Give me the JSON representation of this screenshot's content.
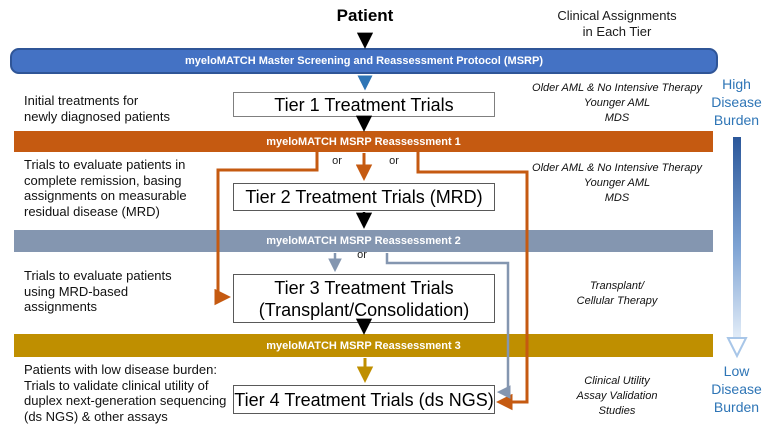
{
  "header": {
    "patient_label": "Patient",
    "clinical_assignments_title": "Clinical Assignments\nin Each Tier"
  },
  "banners": {
    "msrp": "myeloMATCH Master Screening and Reassessment Protocol (MSRP)",
    "reassessment1": "myeloMATCH MSRP Reassessment 1",
    "reassessment2": "myeloMATCH MSRP Reassessment 2",
    "reassessment3": "myeloMATCH MSRP Reassessment 3"
  },
  "tiers": {
    "tier1": {
      "box": "Tier 1 Treatment Trials",
      "left": "Initial treatments for\nnewly diagnosed patients",
      "right": "Older AML & No Intensive Therapy\nYounger AML\nMDS"
    },
    "tier2": {
      "box": "Tier 2 Treatment Trials (MRD)",
      "left": "Trials to evaluate patients in\ncomplete remission, basing\nassignments on measurable\nresidual disease (MRD)",
      "right": "Older AML & No Intensive Therapy\nYounger AML\nMDS"
    },
    "tier3": {
      "box": "Tier 3 Treatment Trials\n(Transplant/Consolidation)",
      "left": "Trials to evaluate patients\nusing MRD-based\nassignments",
      "right": "Transplant/\nCellular Therapy"
    },
    "tier4": {
      "box": "Tier 4 Treatment Trials (ds NGS)",
      "left": "Patients with low disease burden:\nTrials to validate clinical utility of\nduplex next-generation sequencing\n(ds NGS) & other assays",
      "right": "Clinical Utility\nAssay Validation\nStudies"
    }
  },
  "labels": {
    "or1": "or",
    "or2": "or",
    "or3": "or",
    "high_burden": "High\nDisease\nBurden",
    "low_burden": "Low\nDisease\nBurden"
  },
  "colors": {
    "msrp_banner": "#4472C4",
    "msrp_banner_border": "#2F5597",
    "reassessment1_banner": "#C55A11",
    "reassessment2_banner": "#8496B0",
    "reassessment3_banner": "#BF8F00",
    "flow_blue_arrow": "#2E75B6",
    "burden_text": "#2E75B6",
    "burden_gradient_top": "#2B579A",
    "burden_gradient_bottom": "#E3EDF8"
  }
}
